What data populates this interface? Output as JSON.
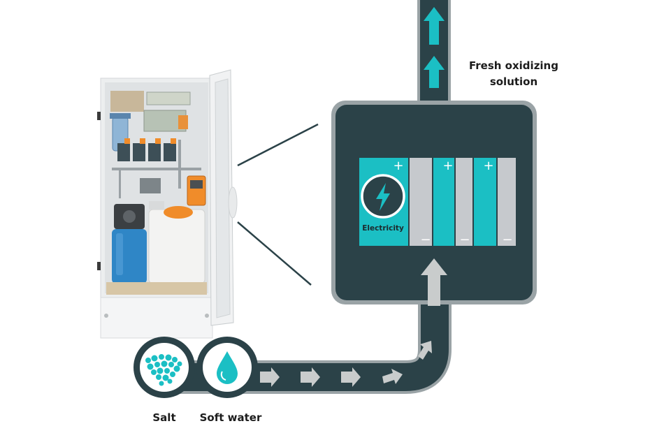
{
  "output_label": "Fresh oxidizing solution",
  "inputs": [
    {
      "label": "Salt",
      "icon": "salt-crystals-icon"
    },
    {
      "label": "Soft water",
      "icon": "water-drop-icon"
    }
  ],
  "cell": {
    "power_label": "Electricity",
    "power_icon": "lightning-bolt-icon",
    "electrode_signs": {
      "positive": "+",
      "negative": "−"
    }
  },
  "colors": {
    "pipe": "#2b4248",
    "pipe_border": "#9aa3a6",
    "accent": "#1bbfc4",
    "electrode_gray": "#c6c9cd",
    "arrow_gray": "#c9cccc"
  }
}
